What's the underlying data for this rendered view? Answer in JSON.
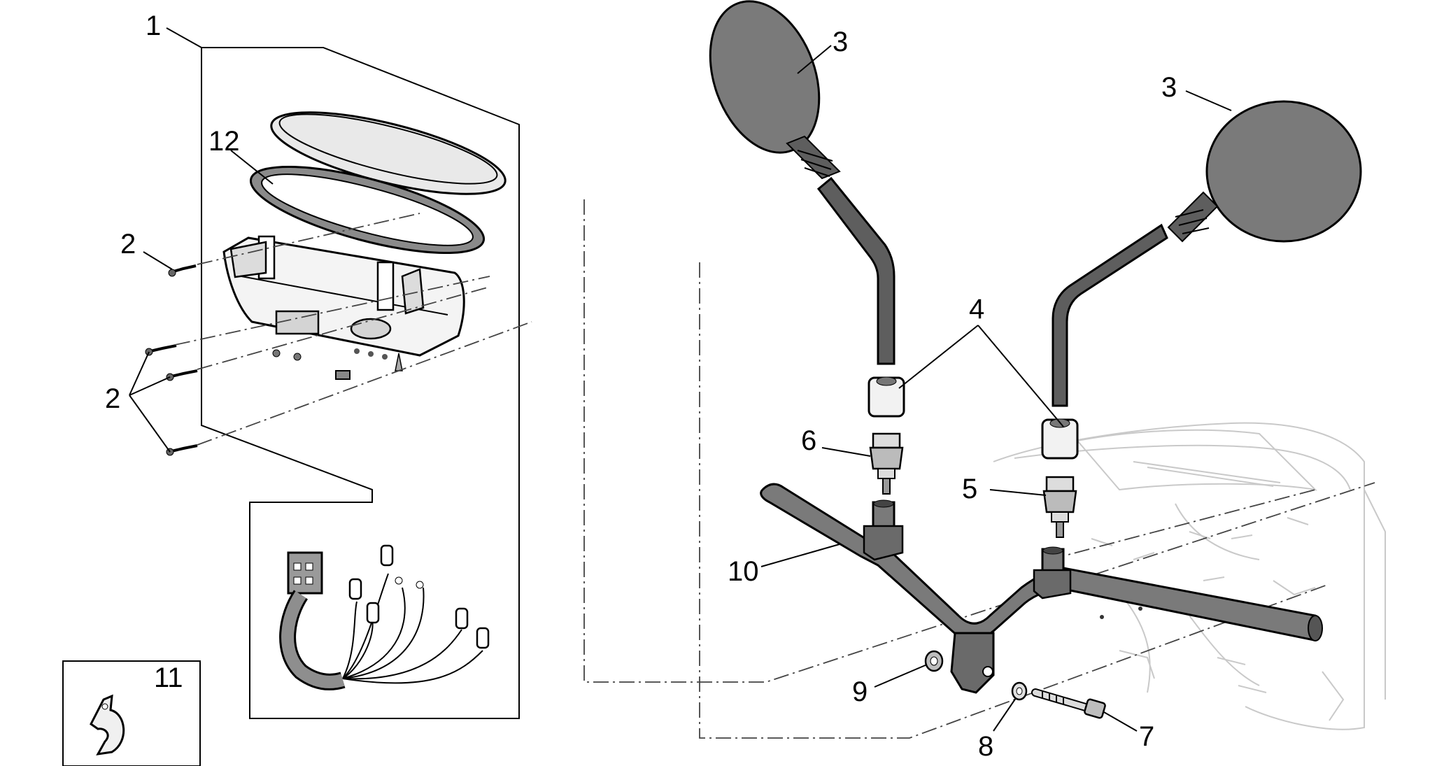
{
  "callouts": {
    "c1": "1",
    "c2a": "2",
    "c2b": "2",
    "c3a": "3",
    "c3b": "3",
    "c4": "4",
    "c5": "5",
    "c6": "6",
    "c7": "7",
    "c8": "8",
    "c9": "9",
    "c10": "10",
    "c11": "11",
    "c12": "12"
  },
  "colors": {
    "part_fill": "#7a7a7a",
    "part_dark": "#5e5e5e",
    "panel_fill": "#e6e6e6",
    "ghost_line": "#c9c9c9"
  }
}
